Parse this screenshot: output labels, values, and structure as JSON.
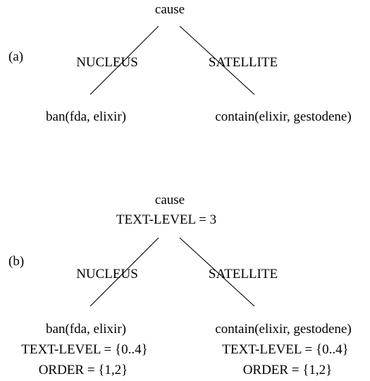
{
  "tree_a": {
    "panel_label": "(a)",
    "root": {
      "relation": "cause"
    },
    "left": {
      "role": "NUCLEUS",
      "content": "ban(fda, elixir)"
    },
    "right": {
      "role": "SATELLITE",
      "content": "contain(elixir, gestodene)"
    }
  },
  "tree_b": {
    "panel_label": "(b)",
    "root": {
      "relation": "cause",
      "feature": "TEXT-LEVEL = 3"
    },
    "left": {
      "role": "NUCLEUS",
      "content": "ban(fda, elixir)",
      "feature1": "TEXT-LEVEL = {0..4}",
      "feature2": "ORDER = {1,2}"
    },
    "right": {
      "role": "SATELLITE",
      "content": "contain(elixir, gestodene)",
      "feature1": "TEXT-LEVEL = {0..4}",
      "feature2": "ORDER = {1,2}"
    }
  }
}
